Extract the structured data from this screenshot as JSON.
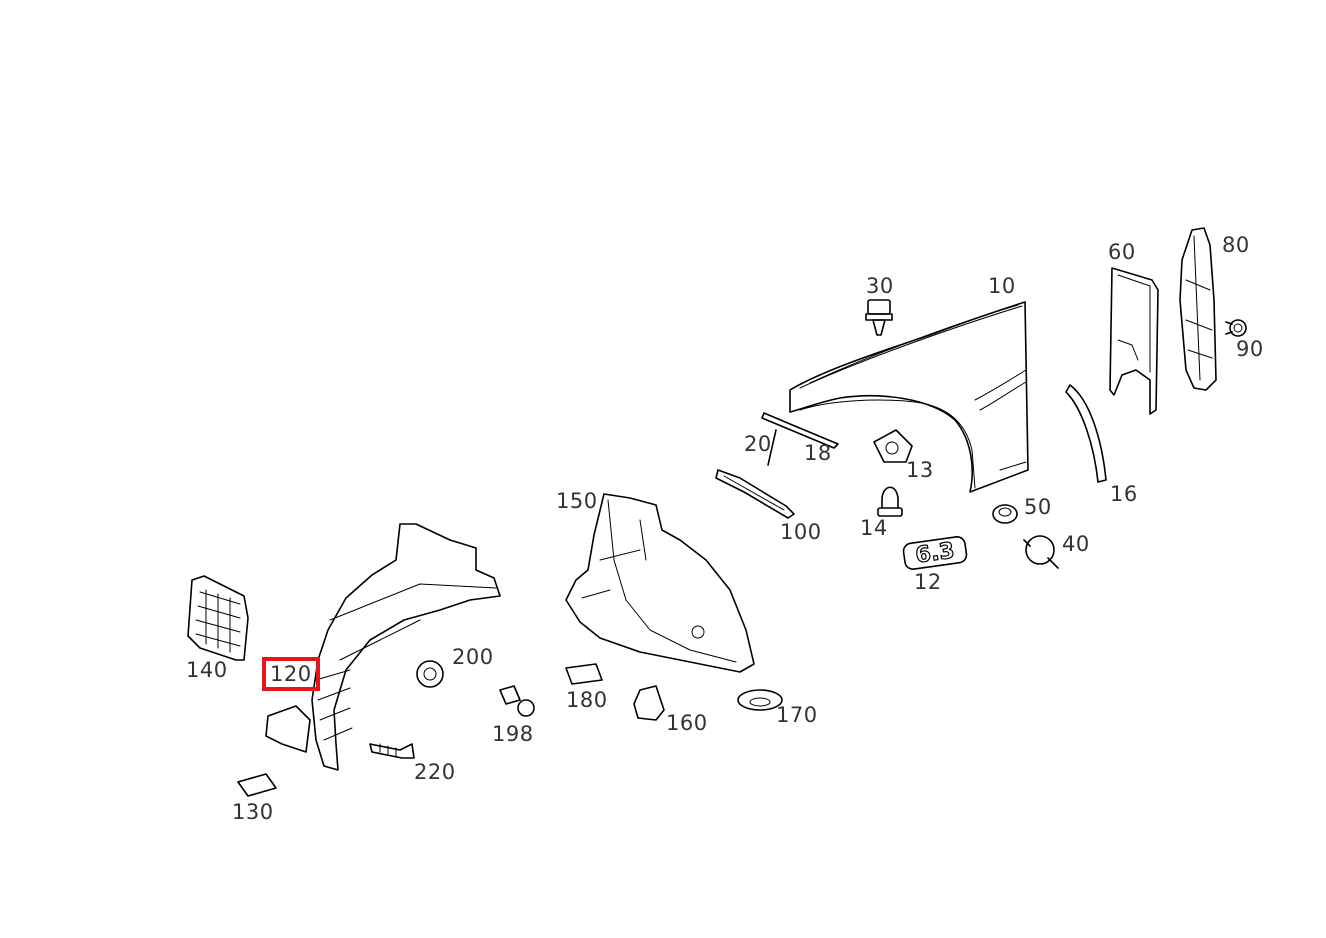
{
  "highlight_color": "#e8141b",
  "emblem_text": "6.3",
  "parts": [
    {
      "id": "p10",
      "label": "10"
    },
    {
      "id": "p12",
      "label": "12"
    },
    {
      "id": "p13",
      "label": "13"
    },
    {
      "id": "p14",
      "label": "14"
    },
    {
      "id": "p16",
      "label": "16"
    },
    {
      "id": "p18",
      "label": "18"
    },
    {
      "id": "p20",
      "label": "20"
    },
    {
      "id": "p30",
      "label": "30"
    },
    {
      "id": "p40",
      "label": "40"
    },
    {
      "id": "p50",
      "label": "50"
    },
    {
      "id": "p60",
      "label": "60"
    },
    {
      "id": "p80",
      "label": "80"
    },
    {
      "id": "p90",
      "label": "90"
    },
    {
      "id": "p100",
      "label": "100"
    },
    {
      "id": "p120",
      "label": "120",
      "highlighted": true
    },
    {
      "id": "p130",
      "label": "130"
    },
    {
      "id": "p140",
      "label": "140"
    },
    {
      "id": "p150",
      "label": "150"
    },
    {
      "id": "p160",
      "label": "160"
    },
    {
      "id": "p170",
      "label": "170"
    },
    {
      "id": "p180",
      "label": "180"
    },
    {
      "id": "p198",
      "label": "198"
    },
    {
      "id": "p200",
      "label": "200"
    },
    {
      "id": "p220",
      "label": "220"
    }
  ]
}
